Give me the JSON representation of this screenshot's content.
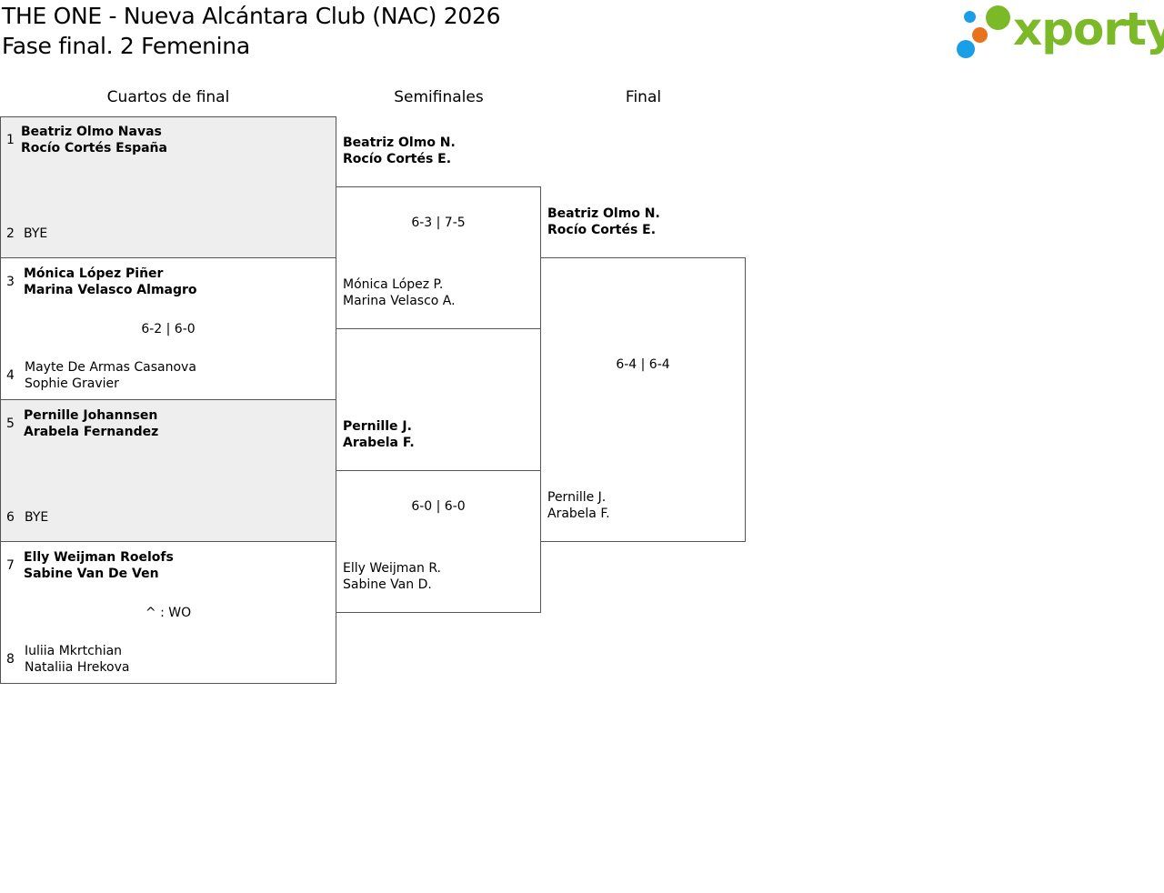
{
  "header": {
    "title": "THE ONE - Nueva Alcántara Club (NAC) 2026",
    "subtitle": "Fase final. 2 Femenina"
  },
  "logo": {
    "text": "xporty",
    "brand_color": "#7cb928",
    "dot_colors": [
      "#1a9ee6",
      "#7cb928",
      "#e8731c",
      "#1a9ee6"
    ]
  },
  "rounds": [
    "Cuartos de final",
    "Semifinales",
    "Final"
  ],
  "quarterfinals": [
    {
      "top": {
        "seed": "1",
        "players": [
          "Beatriz Olmo Navas",
          "Rocío Cortés España"
        ]
      },
      "bottom": {
        "seed": "2",
        "players": [
          "BYE",
          ""
        ]
      },
      "score": ""
    },
    {
      "top": {
        "seed": "3",
        "players": [
          "Mónica López Piñer",
          "Marina Velasco Almagro"
        ]
      },
      "bottom": {
        "seed": "4",
        "players": [
          "Mayte De Armas Casanova",
          "Sophie Gravier"
        ]
      },
      "score": "6-2 | 6-0"
    },
    {
      "top": {
        "seed": "5",
        "players": [
          "Pernille Johannsen",
          "Arabela Fernandez"
        ]
      },
      "bottom": {
        "seed": "6",
        "players": [
          "BYE",
          ""
        ]
      },
      "score": ""
    },
    {
      "top": {
        "seed": "7",
        "players": [
          "Elly Weijman Roelofs",
          "Sabine Van De Ven"
        ]
      },
      "bottom": {
        "seed": "8",
        "players": [
          "Iuliia Mkrtchian",
          "Nataliia Hrekova"
        ]
      },
      "score": "^ : WO"
    }
  ],
  "semifinals": [
    {
      "top": {
        "players": [
          "Beatriz Olmo N.",
          "Rocío Cortés E."
        ]
      },
      "bottom": {
        "players": [
          "Mónica López P.",
          "Marina Velasco A."
        ]
      },
      "score": "6-3 | 7-5"
    },
    {
      "top": {
        "players": [
          "Pernille J.",
          "Arabela F."
        ]
      },
      "bottom": {
        "players": [
          "Elly Weijman R.",
          "Sabine Van D."
        ]
      },
      "score": "6-0 | 6-0"
    }
  ],
  "final": {
    "top": {
      "players": [
        "Beatriz Olmo N.",
        "Rocío Cortés E."
      ]
    },
    "bottom": {
      "players": [
        "Pernille J.",
        "Arabela F."
      ]
    },
    "score": "6-4 | 6-4"
  }
}
